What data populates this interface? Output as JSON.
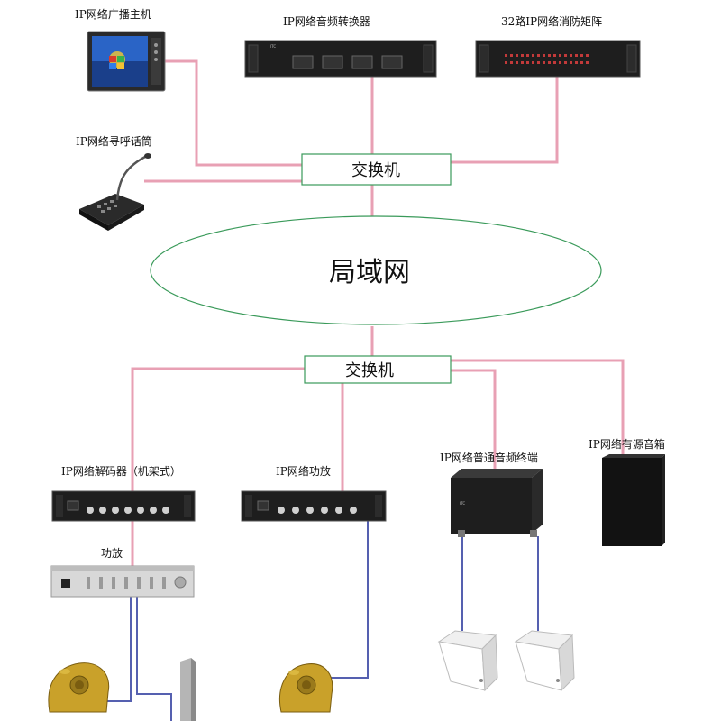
{
  "labels": {
    "host": "IP网络广播主机",
    "converter": "IP网络音频转换器",
    "matrix": "32路IP网络消防矩阵",
    "paging_mic": "IP网络寻呼话筒",
    "switch_top": "交换机",
    "lan": "局域网",
    "switch_bottom": "交换机",
    "decoder_rack": "IP网络解码器（机架式）",
    "net_amp": "IP网络功放",
    "audio_terminal": "IP网络普通音频终端",
    "active_speaker": "IP网络有源音箱",
    "amplifier": "功放"
  },
  "colors": {
    "network_link": "#e8a0b4",
    "audio_link": "#5560b0",
    "switch_border": "#3a9a5a",
    "lan_border": "#3a9a5a",
    "device_dark": "#1e1e1e",
    "device_silver": "#d4d4d4"
  },
  "icons": {
    "host": "touchscreen-rack-host-icon",
    "paging_mic": "desktop-paging-microphone-icon",
    "speaker": "rock-garden-speaker-icon",
    "wall_speaker": "wall-mounted-speaker-icon",
    "column_speaker": "column-speaker-icon"
  }
}
